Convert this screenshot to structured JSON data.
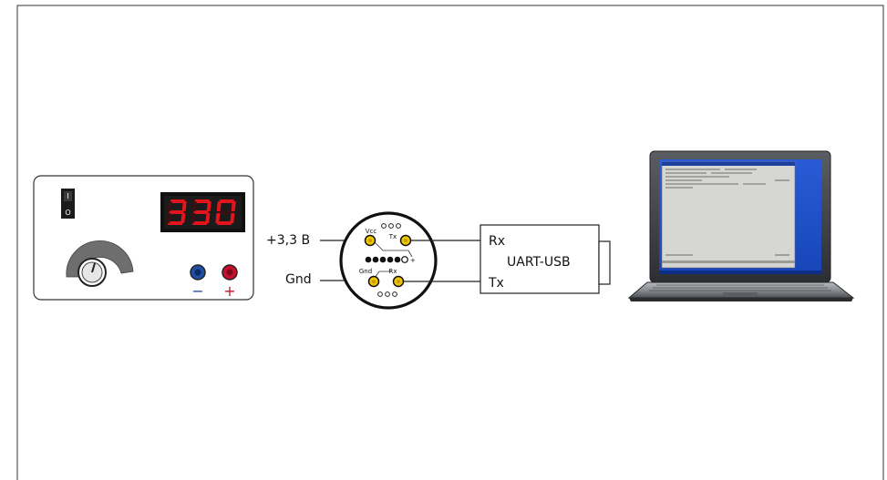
{
  "power_supply": {
    "display_digits": [
      "3",
      "3",
      "0"
    ],
    "switch_symbols": [
      "I",
      "O"
    ],
    "minus_label": "−",
    "plus_label": "+",
    "terminal_colors": {
      "minus": "#1f4fa3",
      "plus": "#c8102e"
    },
    "display_color": "#e3141b"
  },
  "connector": {
    "vcc_label": "Vcc",
    "tx_label": "Tx",
    "gnd_label": "Gnd",
    "rx_label": "Rx",
    "plus_mark": "+"
  },
  "wires": {
    "supply_voltage_label": "+3,3 B",
    "ground_label": "Gnd"
  },
  "uart_usb": {
    "title": "UART-USB",
    "rx_label": "Rx",
    "tx_label": "Tx"
  },
  "laptop": {
    "icon": "laptop-icon"
  },
  "colors": {
    "pin_fill": "#f2c500",
    "outline": "#222222"
  }
}
